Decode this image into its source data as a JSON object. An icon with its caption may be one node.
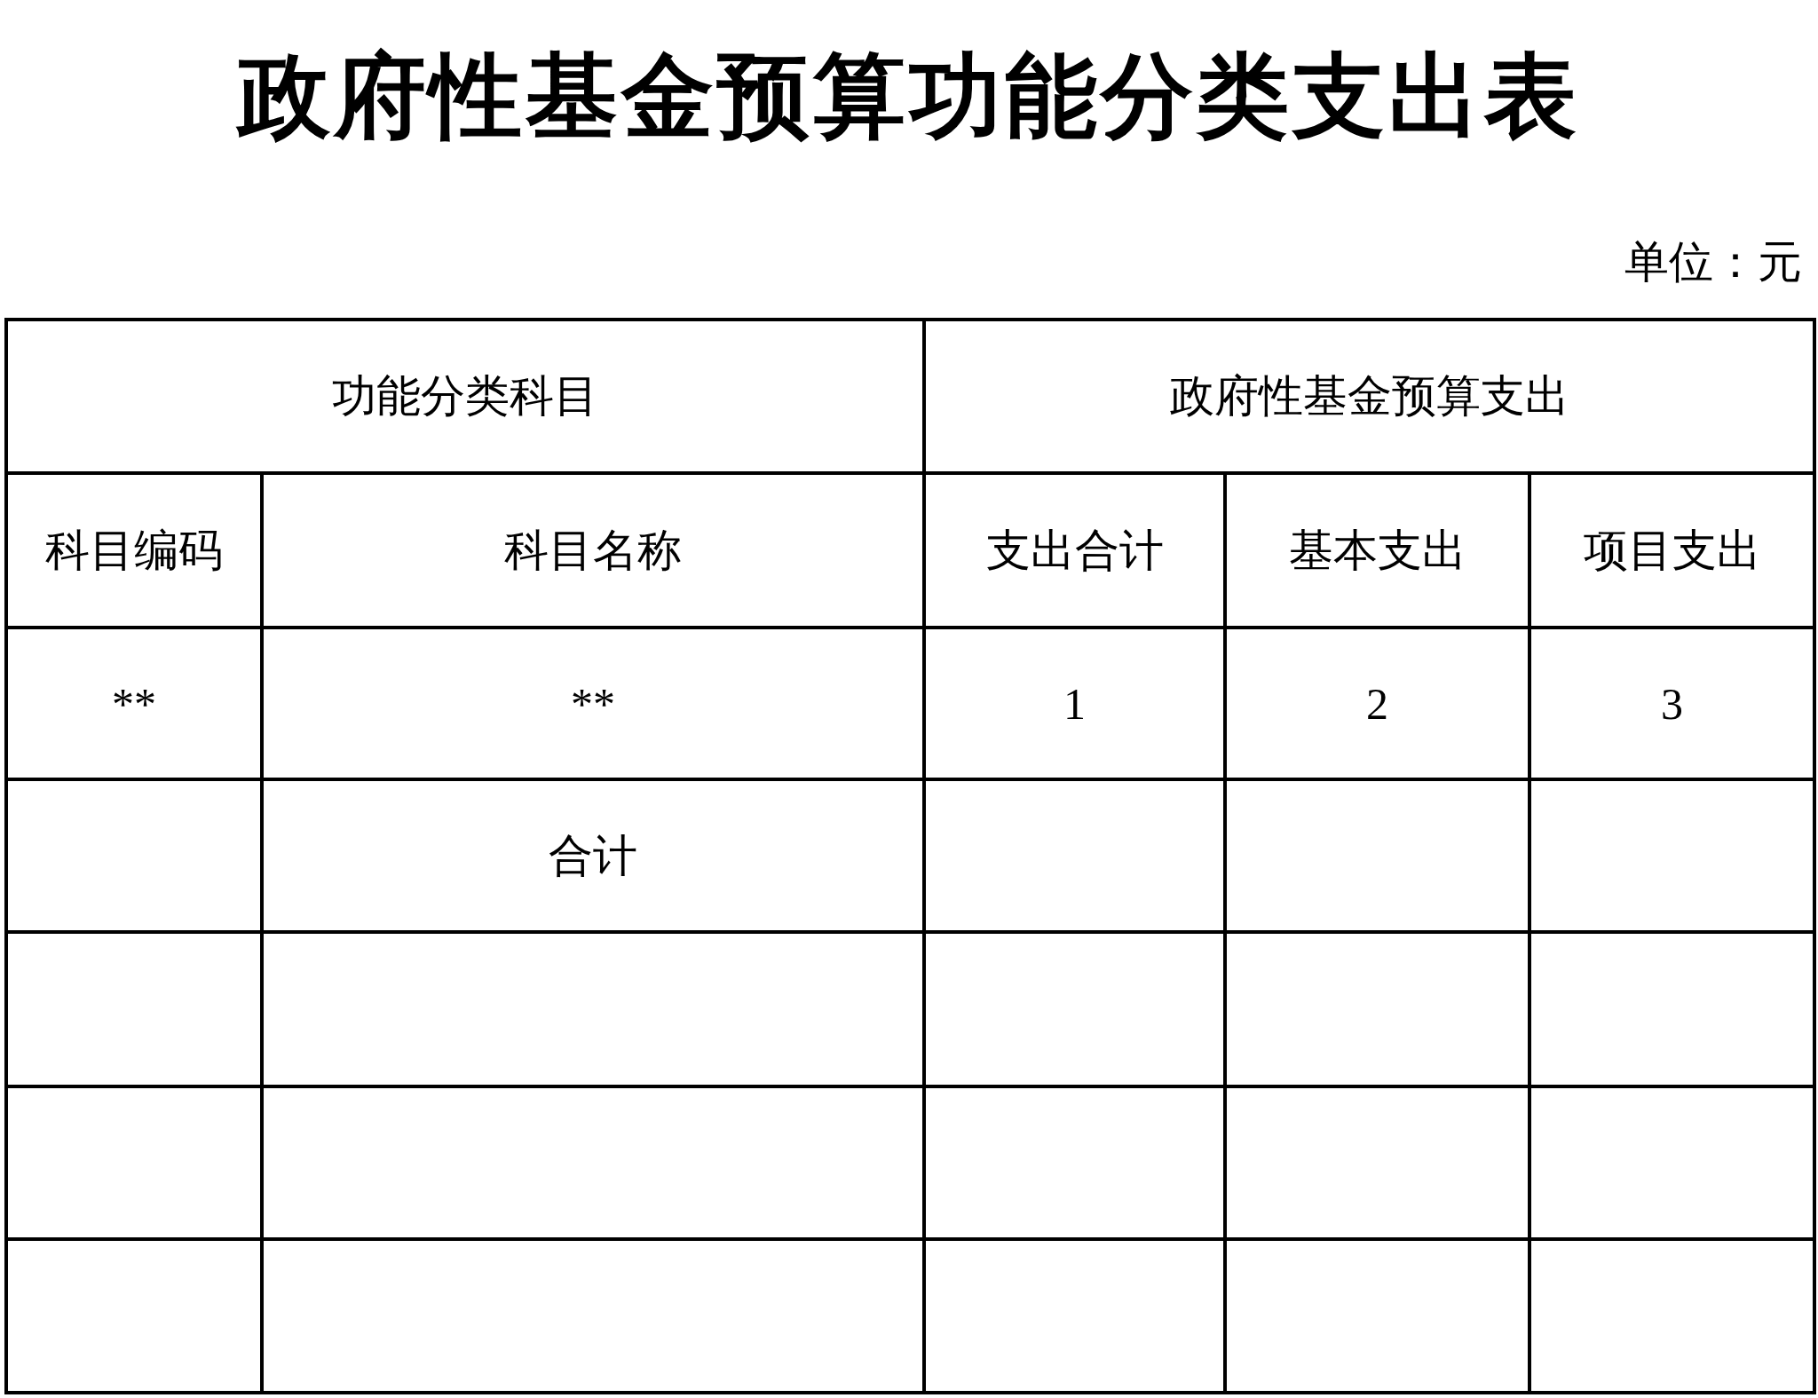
{
  "diagram": {
    "title": "政府性基金预算功能分类支出表",
    "labels": [
      "单位：元",
      "功能分类科目",
      "政府性基金预算支出",
      "科目编码",
      "科目名称",
      "支出合计",
      "基本支出",
      "项目支出",
      "**",
      "**",
      "1",
      "2",
      "3",
      "合计"
    ]
  }
}
